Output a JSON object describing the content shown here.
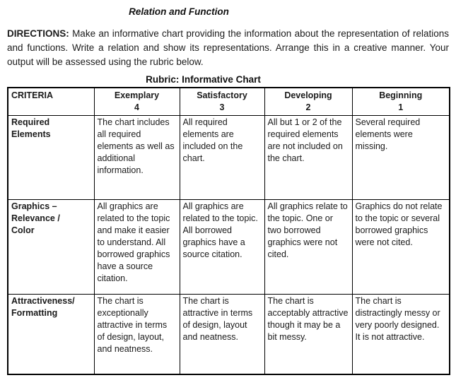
{
  "page": {
    "title": "Relation and Function",
    "directions_label": "DIRECTIONS:",
    "directions_text": "Make an informative chart providing the information about the representation of relations and functions. Write a relation and show its representations. Arrange this in a creative manner. Your output will be assessed using the rubric below.",
    "rubric_title": "Rubric: Informative Chart"
  },
  "rubric_table": {
    "headers": [
      {
        "label": "CRITERIA",
        "score": ""
      },
      {
        "label": "Exemplary",
        "score": "4"
      },
      {
        "label": "Satisfactory",
        "score": "3"
      },
      {
        "label": "Developing",
        "score": "2"
      },
      {
        "label": "Beginning",
        "score": "1"
      }
    ],
    "rows": [
      {
        "criteria": "Required\nElements",
        "exemplary": "The chart includes all required elements as well as additional information.",
        "satisfactory": "All required elements are included on the chart.",
        "developing": "All but 1 or 2 of the required elements are not included on the chart.",
        "beginning": "Several required elements were missing."
      },
      {
        "criteria": "Graphics –\nRelevance /\nColor",
        "exemplary": "All graphics are related to the topic and make it easier to understand. All borrowed graphics have a source citation.",
        "satisfactory": "All graphics are related to the topic. All borrowed graphics have a source citation.",
        "developing": "All graphics relate to the topic. One or two borrowed graphics were not cited.",
        "beginning": "Graphics do not relate to the topic or several borrowed graphics were not cited."
      },
      {
        "criteria": "Attractiveness/\nFormatting",
        "exemplary": "The chart is exceptionally attractive in terms of design, layout, and neatness.",
        "satisfactory": "The chart is attractive in terms of design, layout and neatness.",
        "developing": "The chart is acceptably attractive though it may be a bit messy.",
        "beginning": "The chart is distractingly messy or very poorly designed. It is not attractive."
      }
    ]
  }
}
